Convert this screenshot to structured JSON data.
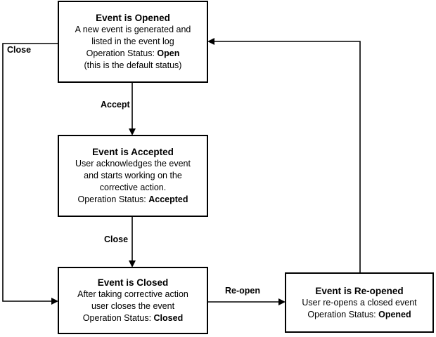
{
  "states": {
    "opened": {
      "title": "Event is Opened",
      "line1": "A new event is generated and",
      "line2": "listed in the event log",
      "status_prefix": "Operation Status: ",
      "status_value": "Open",
      "note": "(this is the default status)"
    },
    "accepted": {
      "title": "Event is Accepted",
      "line1": "User acknowledges the event",
      "line2": "and starts working on the",
      "line3": "corrective action.",
      "status_prefix": "Operation Status: ",
      "status_value": "Accepted"
    },
    "closed": {
      "title": "Event is Closed",
      "line1": "After taking corrective action",
      "line2": "user closes the event",
      "status_prefix": "Operation Status: ",
      "status_value": "Closed"
    },
    "reopened": {
      "title": "Event is Re-opened",
      "line1": "User re-opens a closed event",
      "status_prefix": "Operation Status: ",
      "status_value": "Opened"
    }
  },
  "transitions": {
    "close_from_opened": "Close",
    "accept": "Accept",
    "close_from_accepted": "Close",
    "reopen": "Re-open"
  }
}
